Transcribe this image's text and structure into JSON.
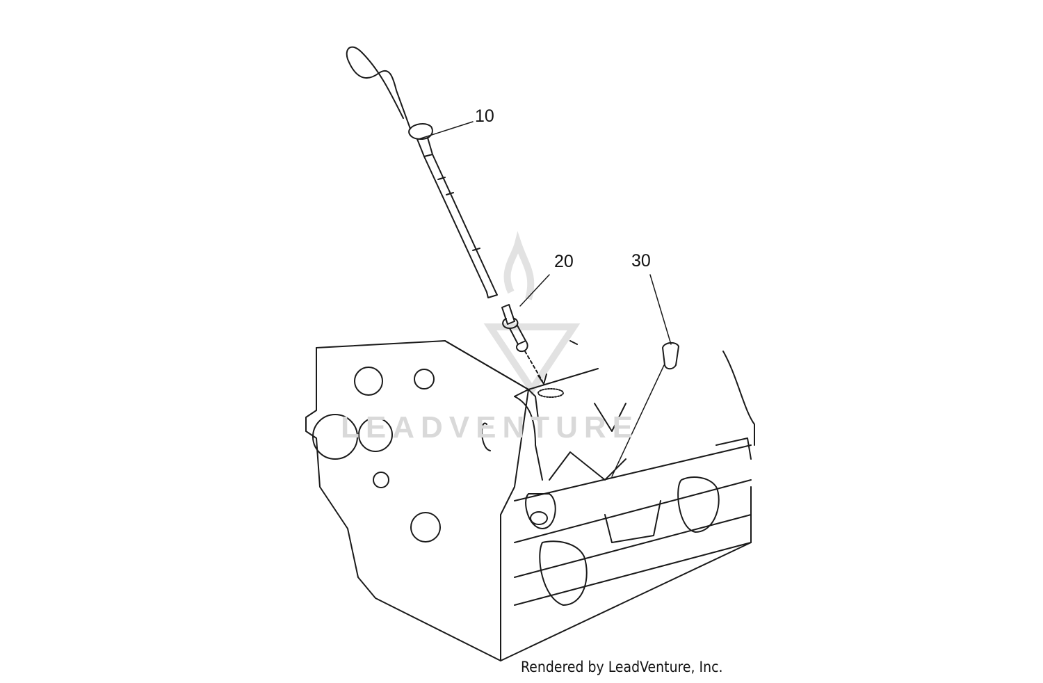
{
  "callouts": {
    "dipstick": "10",
    "dipstick_tube": "20",
    "plug": "30"
  },
  "watermark": {
    "text": "LEADVENTURE"
  },
  "credit": {
    "text": "Rendered by LeadVenture, Inc."
  },
  "colors": {
    "line": "#1a1a1a",
    "watermark": "#d9d9d9",
    "background": "#ffffff"
  }
}
